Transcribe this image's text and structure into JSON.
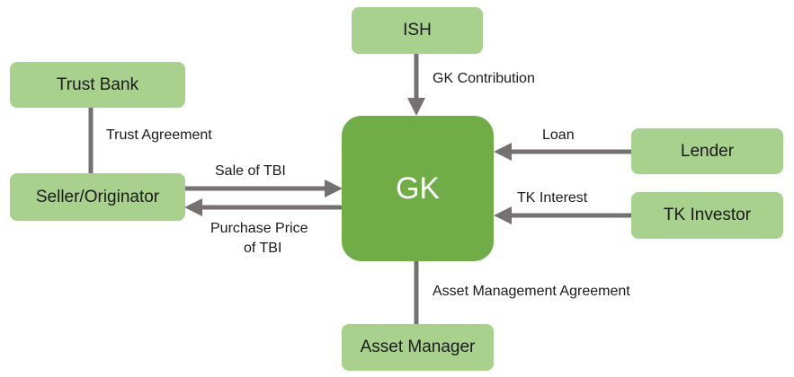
{
  "diagram": {
    "nodes": {
      "ish": "ISH",
      "trust_bank": "Trust Bank",
      "seller": "Seller/Originator",
      "gk": "GK",
      "lender": "Lender",
      "tk_investor": "TK Investor",
      "asset_manager": "Asset Manager"
    },
    "edges": {
      "gk_contribution": "GK Contribution",
      "trust_agreement": "Trust Agreement",
      "sale_of_tbi": "Sale of TBI",
      "purchase_price_line1": "Purchase Price",
      "purchase_price_line2": "of TBI",
      "loan": "Loan",
      "tk_interest": "TK Interest",
      "asset_management_agreement": "Asset Management Agreement"
    },
    "colors": {
      "node_fill": "#a9d18e",
      "center_fill": "#70ad47",
      "arrow": "#767171"
    }
  }
}
